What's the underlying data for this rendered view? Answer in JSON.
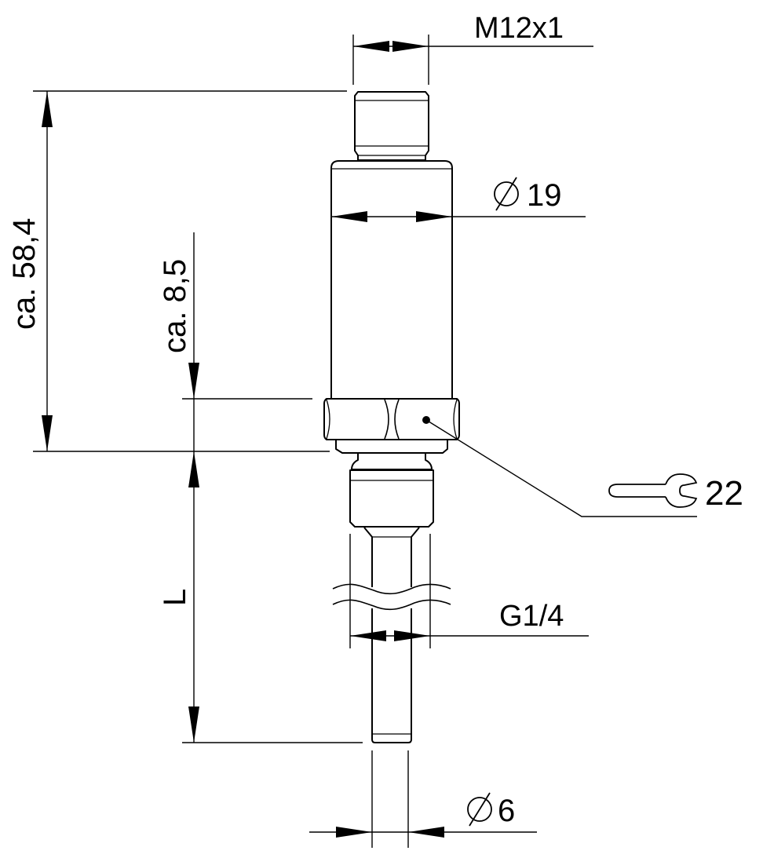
{
  "drawing": {
    "labels": {
      "thread_top": "M12x1",
      "diameter_body": "19",
      "diameter_probe": "6",
      "thread_process": "G1/4",
      "wrench_size": "22",
      "length_total": "ca. 58,4",
      "length_hex": "ca. 8,5",
      "length_insertion": "L"
    },
    "icons": {
      "diameter": "diameter-symbol-icon",
      "wrench": "wrench-icon"
    },
    "colors": {
      "line": "#000000",
      "background": "#ffffff"
    }
  }
}
